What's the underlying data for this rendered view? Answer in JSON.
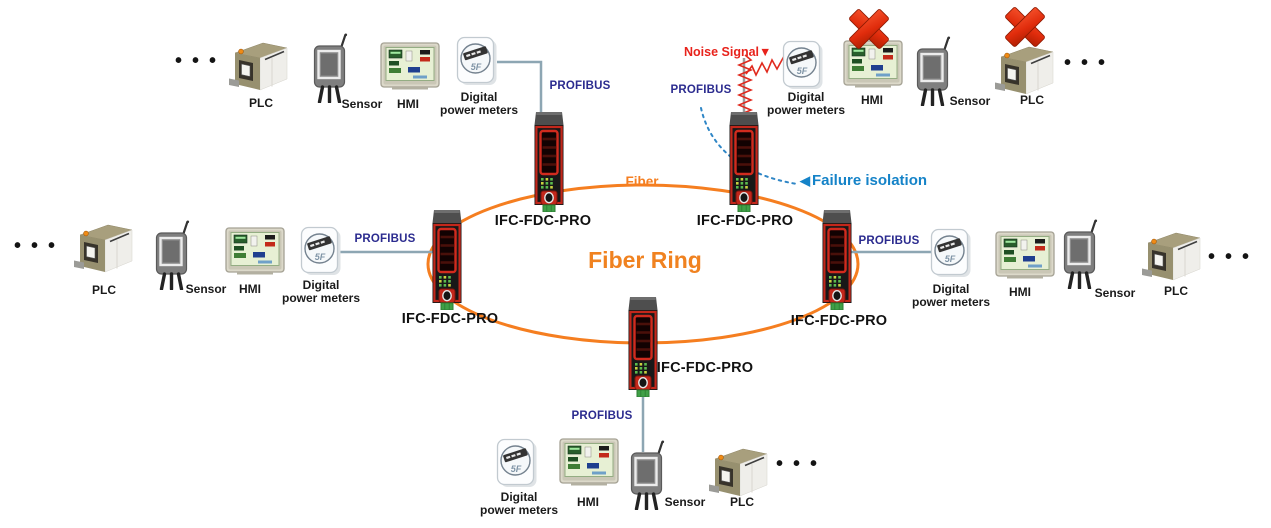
{
  "labels": {
    "fiber_ring": "Fiber Ring",
    "fiber": "Fiber",
    "profibus": "PROFIBUS",
    "module": "IFC-FDC-PRO",
    "noise_signal": "Noise Signal▼",
    "failure_arrow": "◀",
    "failure_isolation": "Failure isolation",
    "ellipsis": "•••",
    "plc": "PLC",
    "sensor": "Sensor",
    "hmi": "HMI",
    "dpm_line1": "Digital",
    "dpm_line2": "power meters",
    "meter_face": "5F"
  },
  "colors": {
    "ring_orange": "#f57e20",
    "profibus_navy": "#2b2b8f",
    "noise_red": "#e8231c",
    "failure_blue": "#1583c8",
    "label_black": "#1a1a1a",
    "wire_gray_blue": "#8da6b3",
    "module_red": "#c3271b",
    "connector_green": "#3fa047",
    "x_mark_red": "#e02c0c"
  },
  "topology": {
    "ring_node_count": 5,
    "ring_nodes": [
      "IFC-FDC-PRO",
      "IFC-FDC-PRO",
      "IFC-FDC-PRO",
      "IFC-FDC-PRO",
      "IFC-FDC-PRO"
    ],
    "clusters": [
      {
        "position": "top-left",
        "devices": [
          "PLC",
          "Sensor",
          "HMI",
          "Digital power meters"
        ],
        "bus": "PROFIBUS"
      },
      {
        "position": "top-right",
        "devices": [
          "Digital power meters",
          "HMI (failed)",
          "Sensor",
          "PLC (failed)"
        ],
        "bus": "PROFIBUS",
        "note": "Noise Signal / Failure isolation"
      },
      {
        "position": "left",
        "devices": [
          "PLC",
          "Sensor",
          "HMI",
          "Digital power meters"
        ],
        "bus": "PROFIBUS"
      },
      {
        "position": "right",
        "devices": [
          "Digital power meters",
          "HMI",
          "Sensor",
          "PLC"
        ],
        "bus": "PROFIBUS"
      },
      {
        "position": "bottom",
        "devices": [
          "Digital power meters",
          "HMI",
          "Sensor",
          "PLC"
        ],
        "bus": "PROFIBUS"
      }
    ]
  }
}
